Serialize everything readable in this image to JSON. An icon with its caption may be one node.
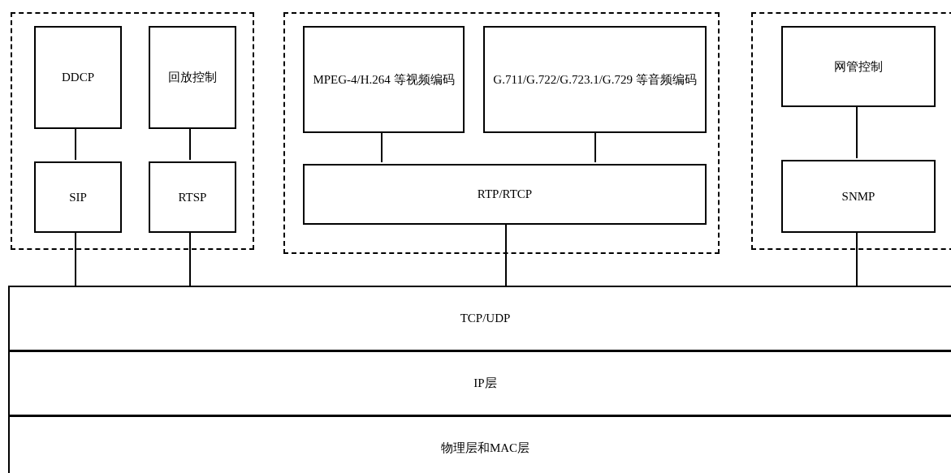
{
  "diagram": {
    "nodes": [
      {
        "text": [],
        "shape": "box"
      },
      {
        "text": [
          "DDCP"
        ],
        "in": 0
      },
      {
        "text": [
          "回放控制"
        ],
        "in": 0
      },
      {
        "text": [
          "SIP"
        ],
        "in": 0
      },
      {
        "text": [
          "RTSP"
        ],
        "in": 0
      },
      {
        "text": [],
        "shape": "box"
      },
      {
        "text": [
          "MPEG-4/H.264 等视频编码"
        ],
        "in": 5
      },
      {
        "text": [
          "G.711/G.722/G.723.1/G.729 等音频编码"
        ],
        "in": 5
      },
      {
        "text": [
          "RTP/RTCP"
        ],
        "in": 5
      },
      {
        "text": [],
        "shape": "box"
      },
      {
        "text": [
          "网管控制"
        ],
        "in": 9
      },
      {
        "text": [
          "SNMP"
        ],
        "in": 9
      },
      {
        "text": [
          "TCP/UDP"
        ]
      },
      {
        "text": [
          "IP层"
        ]
      },
      {
        "text": [
          "物理层和MAC层"
        ]
      }
    ],
    "edges": [
      {
        "from": 1,
        "to": 3,
        "arrow": "none"
      },
      {
        "from": 2,
        "to": 4,
        "arrow": "none"
      },
      {
        "from": 6,
        "to": 8,
        "arrow": "none"
      },
      {
        "from": 7,
        "to": 8,
        "arrow": "none"
      },
      {
        "from": 10,
        "to": 11,
        "arrow": "none"
      },
      {
        "from": 3,
        "to": 12,
        "arrow": "none"
      },
      {
        "from": 4,
        "to": 12,
        "arrow": "none"
      },
      {
        "from": 8,
        "to": 12,
        "arrow": "none"
      },
      {
        "from": 11,
        "to": 12,
        "arrow": "none"
      }
    ]
  }
}
